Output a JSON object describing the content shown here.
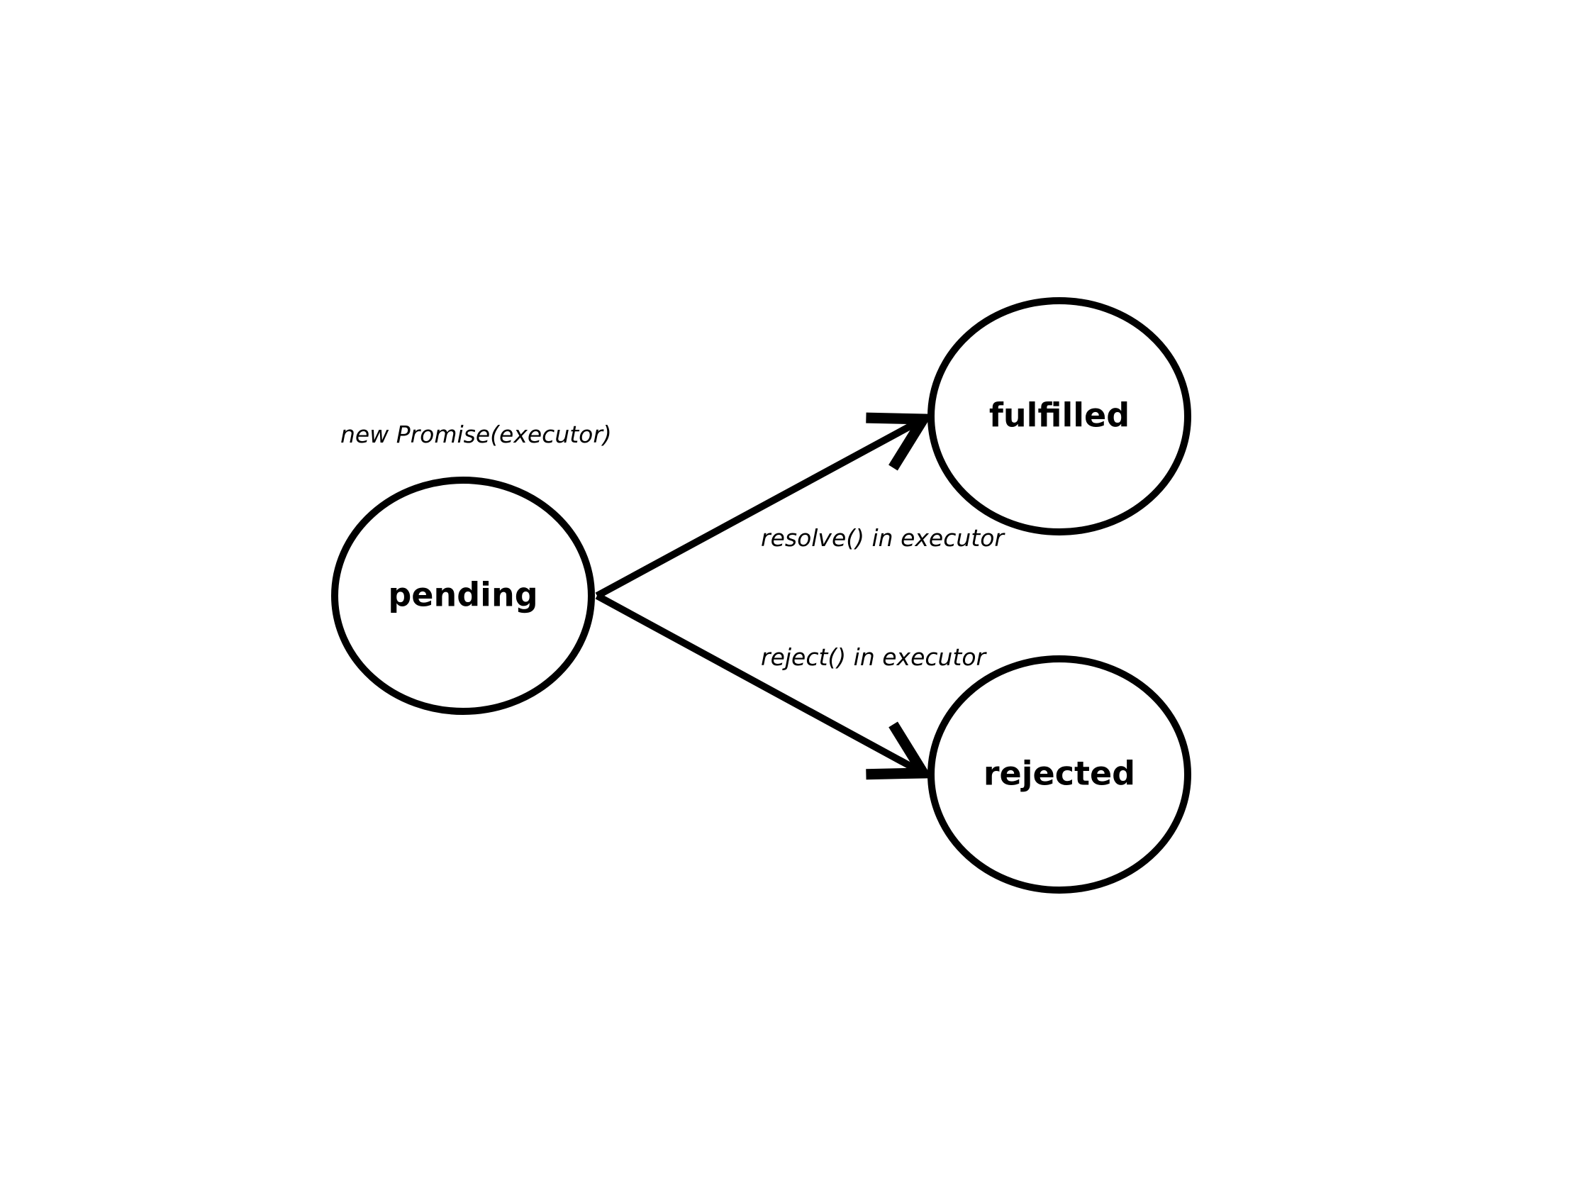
{
  "diagram": {
    "caption": "new Promise(executor)",
    "states": {
      "pending": "pending",
      "fulfilled": "fulfilled",
      "rejected": "rejected"
    },
    "transitions": {
      "resolve": "resolve() in executor",
      "reject": "reject() in executor"
    },
    "colors": {
      "stroke": "#000000",
      "background": "#ffffff"
    }
  }
}
